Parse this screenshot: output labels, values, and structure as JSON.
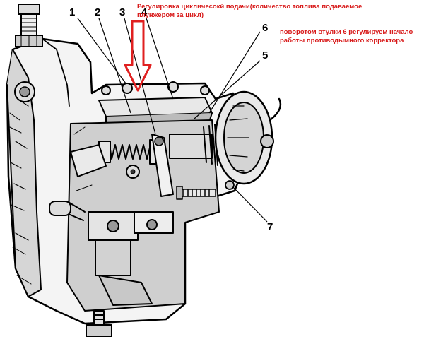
{
  "annotations": {
    "top_note": "Регулировка цикличесокй подачи(количество топлива подаваемое плунжером за цикл)",
    "right_note": "поворотом втулки 6 регулируем начало работы противодымного корректора"
  },
  "callouts": [
    "1",
    "2",
    "3",
    "4",
    "5",
    "6",
    "7"
  ],
  "colors": {
    "annotation": "#d81b1b",
    "arrow": "#e02020",
    "line_art": "#000000"
  }
}
